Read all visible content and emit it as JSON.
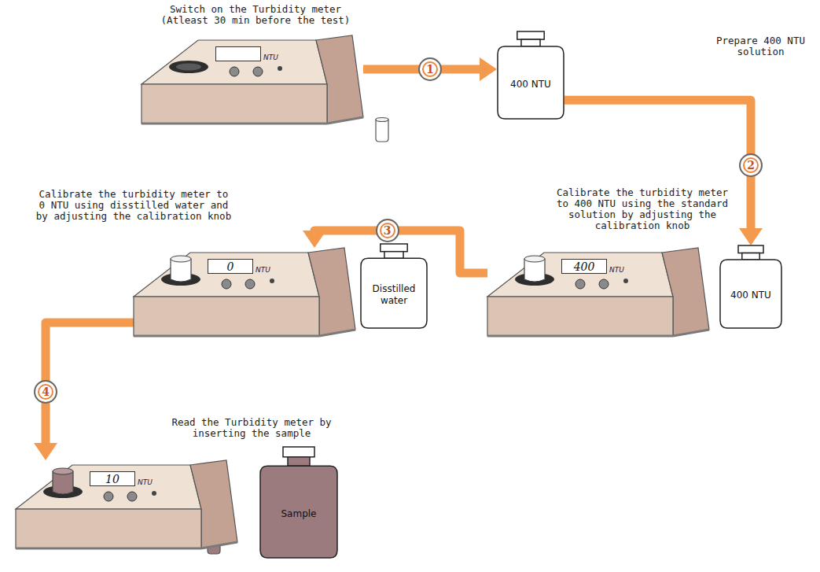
{
  "diagram": {
    "nodes": [
      {
        "text": [
          "NTU"
        ]
      },
      {
        "text": [
          "400 NTU"
        ]
      },
      {
        "text": [
          "400",
          "NTU"
        ]
      },
      {
        "text": [
          "400 NTU"
        ]
      },
      {
        "text": [
          "0",
          "NTU"
        ]
      },
      {
        "text": [
          "Disstilled water"
        ]
      },
      {
        "text": [
          "10",
          "NTU"
        ]
      },
      {
        "text": [
          "Sample"
        ]
      }
    ],
    "edges": [
      {
        "from": 0,
        "to": 1,
        "arrow": "to",
        "label": "1"
      },
      {
        "from": 1,
        "to": 3,
        "arrow": "to",
        "label": "2"
      },
      {
        "from": 2,
        "to": 4,
        "arrow": "to",
        "label": "3"
      },
      {
        "from": 4,
        "to": 6,
        "arrow": "to",
        "label": "4"
      }
    ],
    "labels": [
      "Switch on the Turbidity meter (Atleast 30 min before the test)",
      "Prepare 400 NTU solution",
      "Calibrate the turbidity meter to 400 NTU using the standard solution by adjusting the calibration knob",
      "Calibrate the turbidity meter to 0 NTU using disstilled water and by adjusting the calibration knob",
      "Read the Turbidity meter by inserting the sample"
    ]
  }
}
